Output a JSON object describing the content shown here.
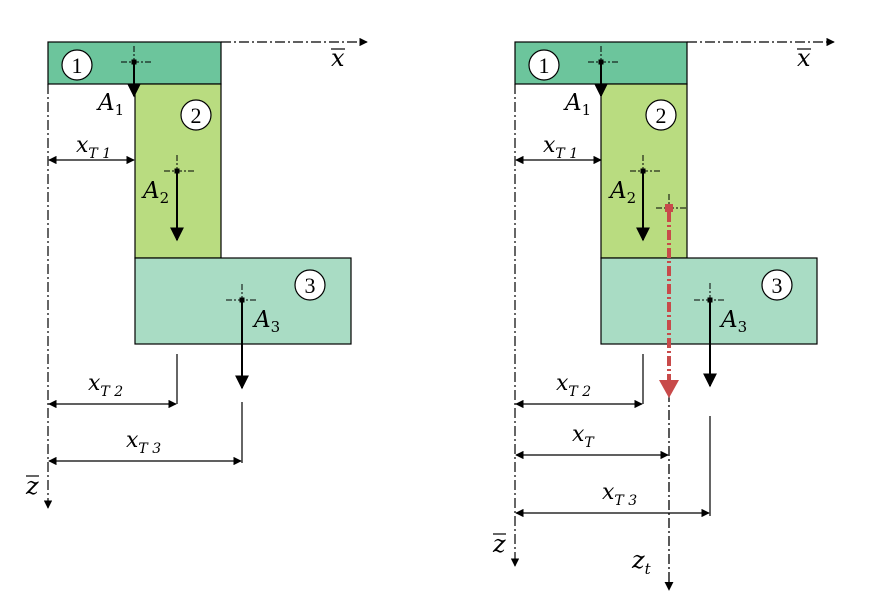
{
  "left_figure": {
    "parts": [
      {
        "number": "1",
        "area_label": "A",
        "area_sub": "1",
        "fill": "#6cc59c"
      },
      {
        "number": "2",
        "area_label": "A",
        "area_sub": "2",
        "fill": "#b9dc80"
      },
      {
        "number": "3",
        "area_label": "A",
        "area_sub": "3",
        "fill": "#a9dcc4"
      }
    ],
    "dims": [
      {
        "label": "x",
        "sub": "T 1"
      },
      {
        "label": "x",
        "sub": "T 2"
      },
      {
        "label": "x",
        "sub": "T 3"
      }
    ],
    "axis_x": "x",
    "axis_z": "z"
  },
  "right_figure": {
    "parts": [
      {
        "number": "1",
        "area_label": "A",
        "area_sub": "1",
        "fill": "#6cc59c"
      },
      {
        "number": "2",
        "area_label": "A",
        "area_sub": "2",
        "fill": "#b9dc80"
      },
      {
        "number": "3",
        "area_label": "A",
        "area_sub": "3",
        "fill": "#a9dcc4"
      }
    ],
    "dims": [
      {
        "label": "x",
        "sub": "T 1"
      },
      {
        "label": "x",
        "sub": "T 2"
      },
      {
        "label": "x",
        "sub": "T"
      },
      {
        "label": "x",
        "sub": "T 3"
      }
    ],
    "axis_x": "x",
    "axis_z": "z",
    "centroid_axis": {
      "label": "z",
      "sub": "t"
    },
    "resultant_color": "#c84a4a"
  }
}
